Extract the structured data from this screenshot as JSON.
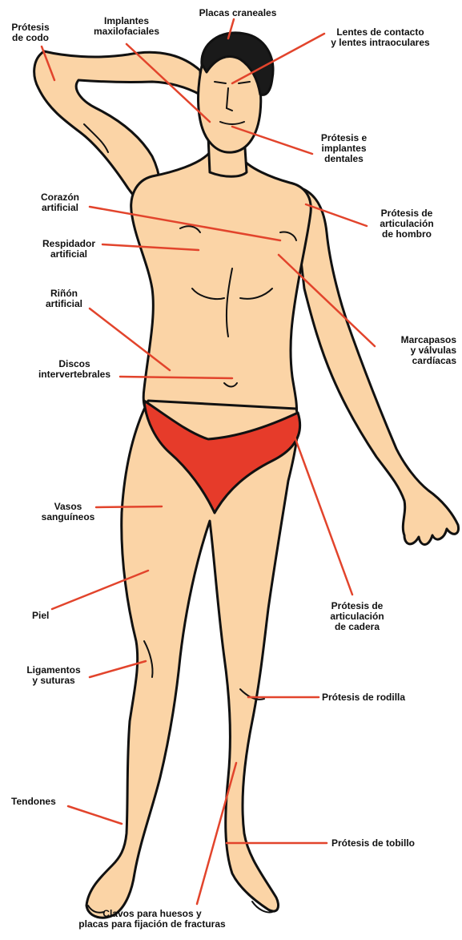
{
  "colors": {
    "skin": "#fbd4a6",
    "outline": "#111111",
    "hair": "#1a1a1a",
    "briefs": "#e63b2a",
    "leader": "#e2442c",
    "background": "#ffffff"
  },
  "labels": {
    "placas_craneales": "Placas craneales",
    "implantes_maxilofaciales": "Implantes\nmaxilofaciales",
    "protesis_codo": "Prótesis\nde codo",
    "lentes_contacto": "Lentes de contacto\ny lentes intraoculares",
    "protesis_dentales": "Prótesis e\nimplantes\ndentales",
    "corazon_artificial": "Corazón\nartificial",
    "protesis_hombro": "Prótesis de\narticulación\nde hombro",
    "respirador_artificial": "Respidador\nartificial",
    "rinon_artificial": "Riñón\nartificial",
    "marcapasos": "Marcapasos\ny válvulas\ncardíacas",
    "discos_intervertebrales": "Discos\nintervertebrales",
    "vasos_sanguineos": "Vasos\nsanguíneos",
    "piel": "Piel",
    "protesis_cadera": "Prótesis de\narticulación\nde cadera",
    "ligamentos_suturas": "Ligamentos\ny suturas",
    "protesis_rodilla": "Prótesis de rodilla",
    "tendones": "Tendones",
    "protesis_tobillo": "Prótesis de tobillo",
    "clavos_huesos": "Clavos para huesos y\nplacas para fijación de fracturas"
  }
}
